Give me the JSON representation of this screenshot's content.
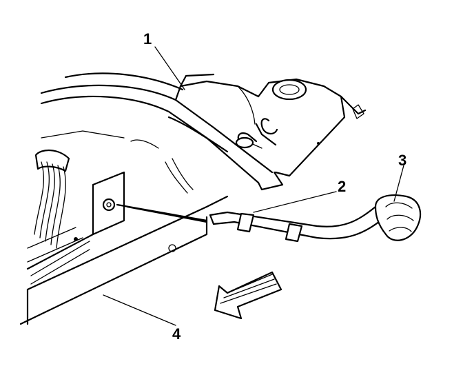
{
  "callouts": [
    {
      "id": "1",
      "label": "1"
    },
    {
      "id": "2",
      "label": "2"
    },
    {
      "id": "3",
      "label": "3"
    },
    {
      "id": "4",
      "label": "4"
    }
  ],
  "arrow": {
    "meaning": "front-of-vehicle-direction-arrow"
  }
}
